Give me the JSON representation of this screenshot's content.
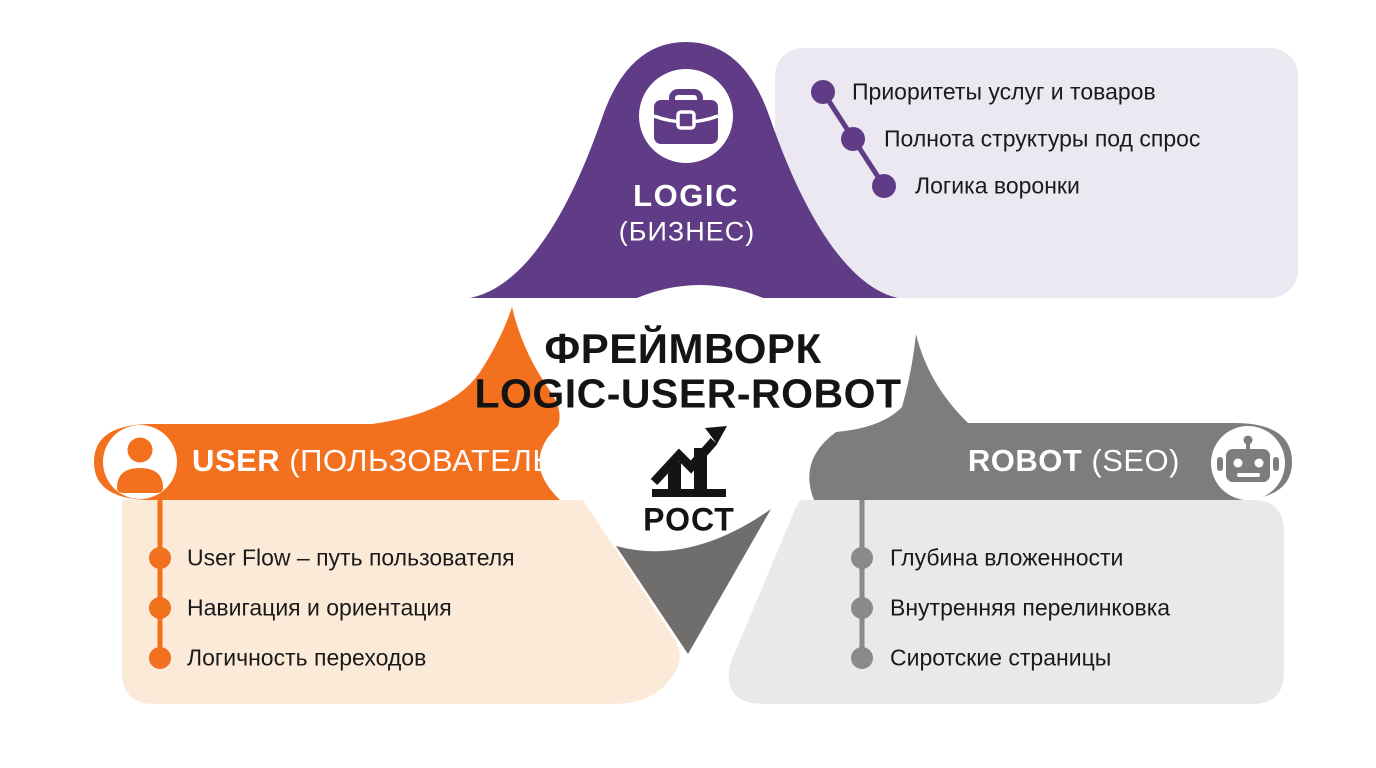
{
  "title": {
    "line1": "ФРЕЙМВОРК",
    "line2": "LOGIC-USER-ROBOT"
  },
  "growth": {
    "label": "РОСТ",
    "icon": "growth-chart-icon"
  },
  "sections": {
    "logic": {
      "label": "LOGIC",
      "sublabel": "(БИЗНЕС)",
      "icon": "briefcase-icon",
      "accent_color": "#5f3c85",
      "panel_color": "#ebe8f1",
      "items": [
        "Приоритеты услуг и товаров",
        "Полнота структуры под спрос",
        "Логика воронки"
      ]
    },
    "user": {
      "label": "USER",
      "sublabel": "(ПОЛЬЗОВАТЕЛЬ)",
      "icon": "user-icon",
      "accent_color": "#f3701f",
      "panel_color": "#fcead9",
      "items": [
        "User Flow – путь пользователя",
        "Навигация и ориентация",
        "Логичность переходов"
      ]
    },
    "robot": {
      "label": "ROBOT",
      "sublabel": "(SEO)",
      "icon": "robot-icon",
      "accent_color": "#7e7d7b",
      "panel_color": "#eae9e7",
      "items": [
        "Глубина вложенности",
        "Внутренняя перелинковка",
        "Сиротские страницы"
      ]
    }
  }
}
